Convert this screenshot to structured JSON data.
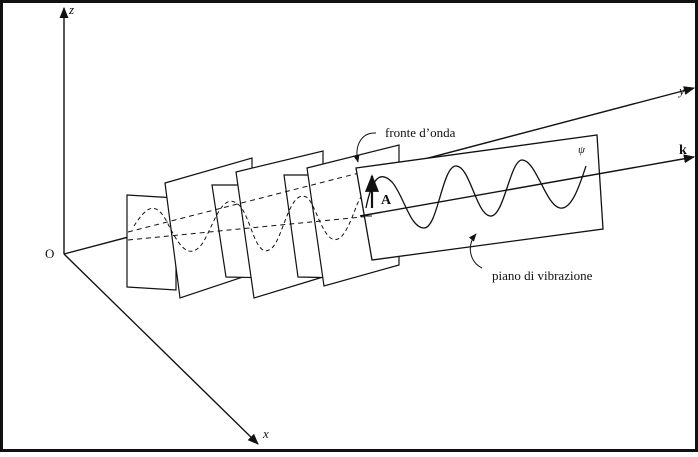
{
  "axes": {
    "origin_label": "O",
    "z_label": "z",
    "y_label": "y",
    "x_label": "x"
  },
  "vectors": {
    "wave_vector_label": "k",
    "amplitude_label": "A"
  },
  "annotations": {
    "wavefront_label": "fronte d’onda",
    "vibration_plane_label": "piano di vibrazione",
    "psi_label": "ψ"
  },
  "colors": {
    "ink": "#111111",
    "background": "#ffffff",
    "plane_fill": "#ffffff"
  }
}
